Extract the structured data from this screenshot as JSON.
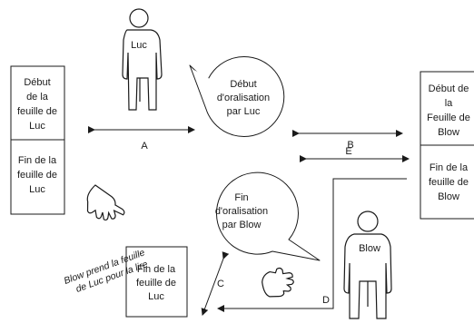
{
  "figures": {
    "luc": "Luc",
    "blow": "Blow"
  },
  "bubbles": {
    "top": [
      "Début",
      "d'oralisation",
      "par Luc"
    ],
    "bottom": [
      "Fin",
      "d'oralisation",
      "par Blow"
    ]
  },
  "luc_sheet": {
    "top": [
      "Début",
      "de la",
      "feuille de",
      "Luc"
    ],
    "bottom": [
      "Fin de la",
      "feuille de",
      "Luc"
    ]
  },
  "blow_sheet": {
    "top": [
      "Début de",
      "la",
      "Feuille de",
      "Blow"
    ],
    "bottom": [
      "Fin de la",
      "feuille de",
      "Blow"
    ]
  },
  "moved_sheet": [
    "Fin de la",
    "feuille de",
    "Luc"
  ],
  "arrows": {
    "a": "A",
    "b": "B",
    "c": "C",
    "d": "D",
    "e": "E"
  },
  "caption": [
    "Blow prend la feuille",
    "de Luc pour la lire"
  ],
  "icons": [
    "person-icon",
    "hand-icon",
    "speech-bubble"
  ]
}
